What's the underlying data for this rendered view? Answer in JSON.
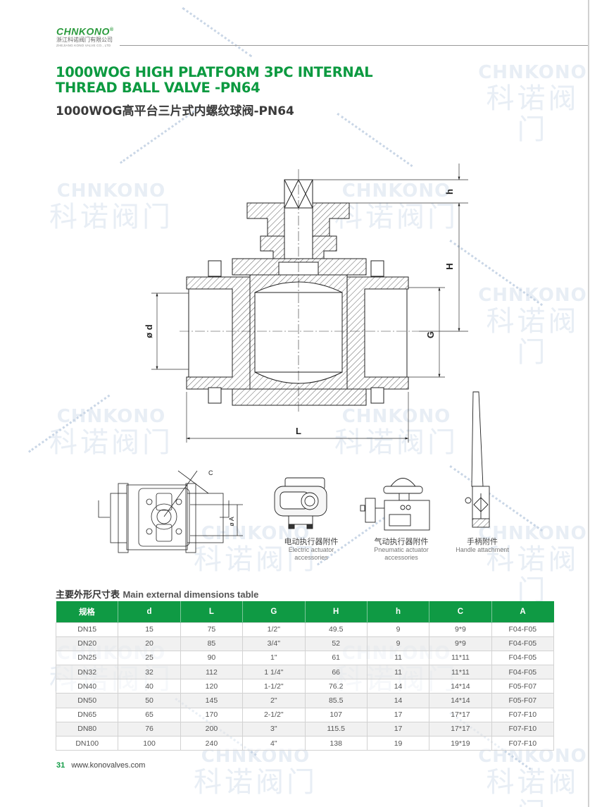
{
  "brand": {
    "logo": "CHNKONO",
    "company_cn": "浙江科诺阀门有限公司",
    "company_en": "ZHEJIANG KONO VALVE CO., LTD"
  },
  "watermark": {
    "en": "CHNKONO",
    "cn": "科诺阀门"
  },
  "title": {
    "en_line1": "1000WOG HIGH PLATFORM 3PC INTERNAL",
    "en_line2": "THREAD BALL VALVE -PN64",
    "cn": "1000WOG高平台三片式内螺纹球阀-PN64"
  },
  "drawing": {
    "dim_labels": {
      "h": "h",
      "H": "H",
      "G": "G",
      "d": "ø d",
      "L": "L",
      "A": "ø A",
      "C": "C",
      "section": "A"
    }
  },
  "accessories": [
    {
      "cn": "电动执行器附件",
      "en1": "Electric actuator",
      "en2": "accessories",
      "icon": "electric-actuator"
    },
    {
      "cn": "气动执行器附件",
      "en1": "Pneumatic actuator",
      "en2": "accessories",
      "icon": "pneumatic-actuator"
    },
    {
      "cn": "手柄附件",
      "en1": "Handle attachment",
      "en2": "",
      "icon": "handle"
    }
  ],
  "table": {
    "title_cn": "主要外形尺寸表",
    "title_en": "Main external dimensions table",
    "headers": [
      "规格",
      "d",
      "L",
      "G",
      "H",
      "h",
      "C",
      "A"
    ],
    "rows": [
      [
        "DN15",
        "15",
        "75",
        "1/2\"",
        "49.5",
        "9",
        "9*9",
        "F04-F05"
      ],
      [
        "DN20",
        "20",
        "85",
        "3/4\"",
        "52",
        "9",
        "9*9",
        "F04-F05"
      ],
      [
        "DN25",
        "25",
        "90",
        "1\"",
        "61",
        "11",
        "11*11",
        "F04-F05"
      ],
      [
        "DN32",
        "32",
        "112",
        "1 1/4\"",
        "66",
        "11",
        "11*11",
        "F04-F05"
      ],
      [
        "DN40",
        "40",
        "120",
        "1-1/2\"",
        "76.2",
        "14",
        "14*14",
        "F05-F07"
      ],
      [
        "DN50",
        "50",
        "145",
        "2\"",
        "85.5",
        "14",
        "14*14",
        "F05-F07"
      ],
      [
        "DN65",
        "65",
        "170",
        "2-1/2\"",
        "107",
        "17",
        "17*17",
        "F07-F10"
      ],
      [
        "DN80",
        "76",
        "200",
        "3\"",
        "115.5",
        "17",
        "17*17",
        "F07-F10"
      ],
      [
        "DN100",
        "100",
        "240",
        "4\"",
        "138",
        "19",
        "19*19",
        "F07-F10"
      ]
    ]
  },
  "footer": {
    "page": "31",
    "url": "www.konovalves.com"
  },
  "colors": {
    "brand_green": "#0f9a44",
    "title_green": "#0c9a40",
    "watermark": "#e8eef5"
  }
}
